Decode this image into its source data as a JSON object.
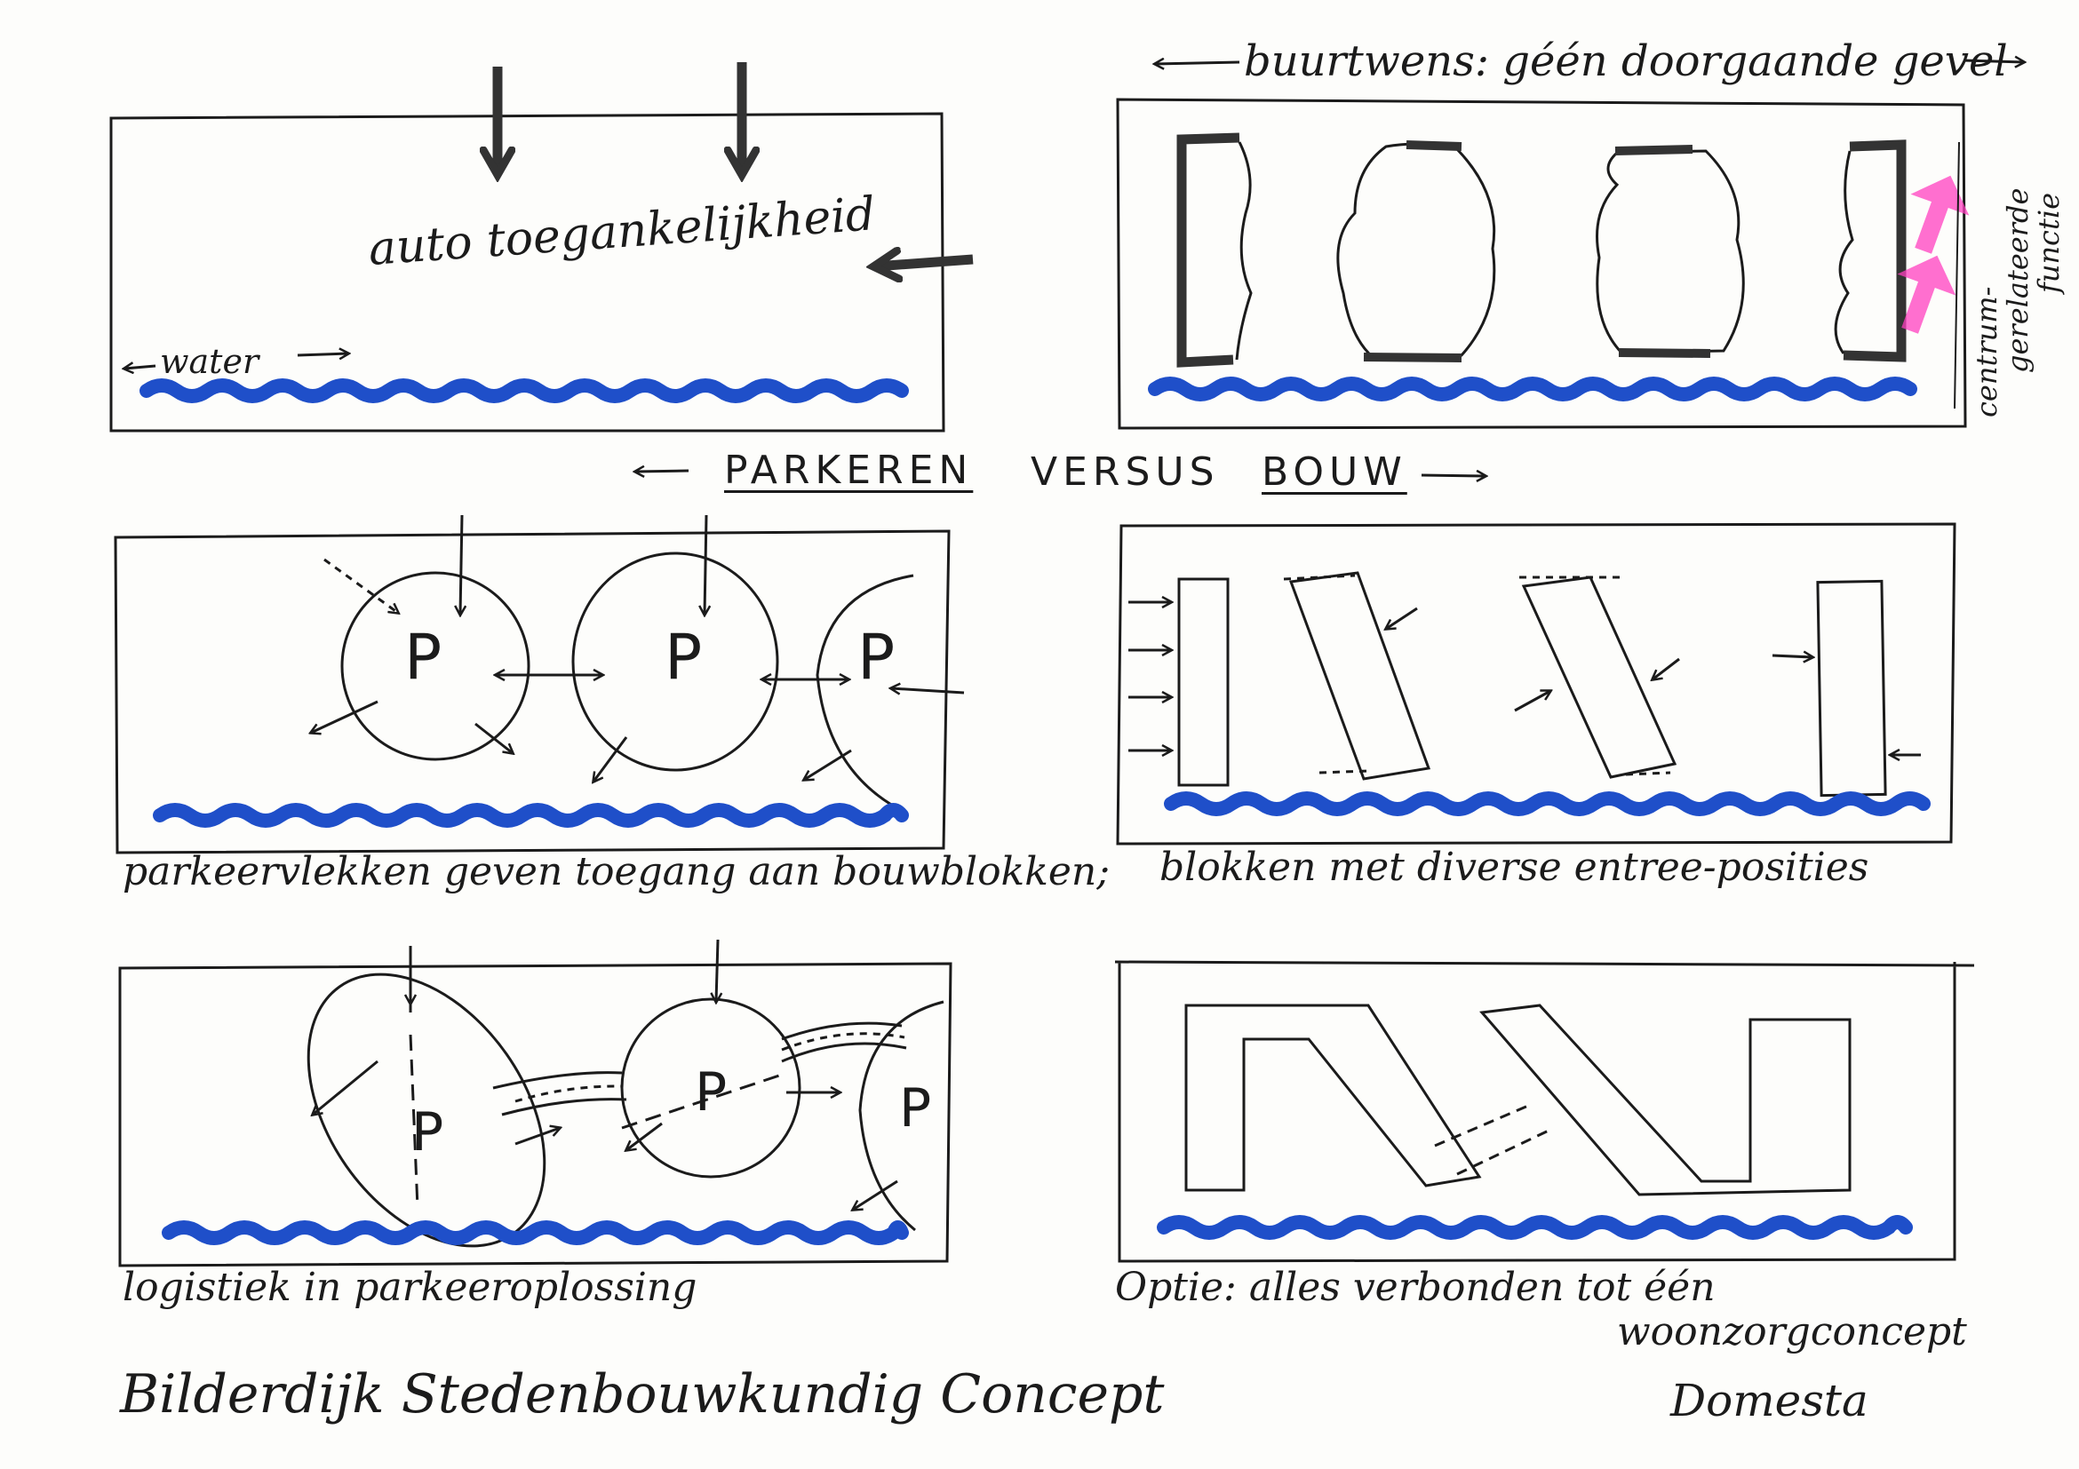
{
  "panel1": {
    "label_access": "auto toegankelijkheid",
    "label_water": "water"
  },
  "panel2": {
    "label_top": "buurtwens: géén doorgaande gevel",
    "label_side_line1": "centrum-",
    "label_side_line2": "gerelateerde",
    "label_side_line3": "functie"
  },
  "header": {
    "word1": "PARKEREN",
    "word2": "VERSUS",
    "word3": "BOUW"
  },
  "panel3": {
    "parking_symbol": "P",
    "caption": "parkeervlekken geven toegang aan bouwblokken;"
  },
  "panel4": {
    "caption": "blokken met diverse entree-posities"
  },
  "panel5": {
    "parking_symbol": "P",
    "caption": "logistiek in parkeeroplossing"
  },
  "panel6": {
    "caption_line1": "Optie: alles verbonden tot één",
    "caption_line2": "woonzorgconcept"
  },
  "footer": {
    "project": "Bilderdijk  Stedenbouwkundig  Concept",
    "client": "Domesta"
  },
  "colors": {
    "ink": "#1b1b1b",
    "water": "#1f4fc9",
    "highlight": "#ff3fc0"
  }
}
